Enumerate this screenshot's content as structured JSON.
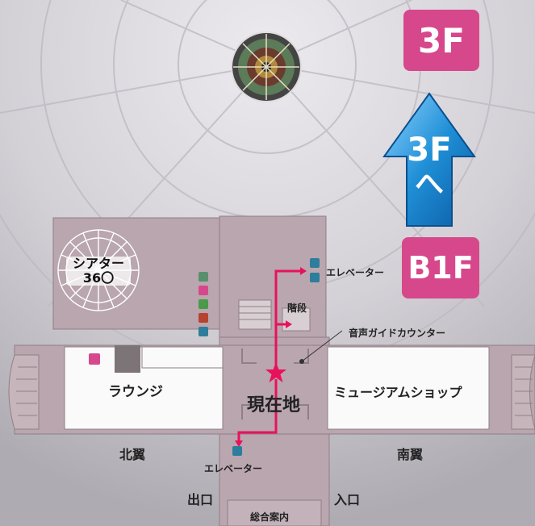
{
  "floor_badges": {
    "current": "3F",
    "lower": "B1F"
  },
  "arrow": {
    "line1": "3F",
    "line2": "へ"
  },
  "rooms": {
    "theater": {
      "line1": "シアター",
      "line2": "36〇"
    },
    "lounge": "ラウンジ",
    "museum_shop": "ミュージアムショップ",
    "stairs": "階段",
    "audio_guide": "音声ガイドカウンター",
    "info_desk": "総合案内"
  },
  "elevator_label": "エレベーター",
  "wings": {
    "north": "北翼",
    "south": "南翼"
  },
  "current_location": "現在地",
  "exit": "出口",
  "entrance": "入口",
  "icons": [
    "elevator-icon",
    "stairs-icon",
    "restroom-icons",
    "nursing-room-icon",
    "star-marker"
  ],
  "colors": {
    "badge": "#d6488b",
    "route": "#e8125c",
    "arrow": "#1f8fd6",
    "wall": "#b9a6ae"
  }
}
